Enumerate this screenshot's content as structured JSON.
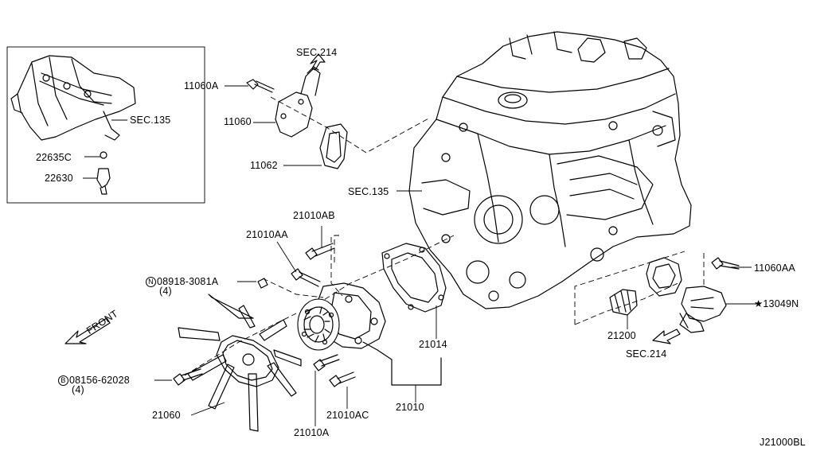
{
  "diagram": {
    "code": "J21000BL",
    "inset_box": {
      "labels": {
        "sec135": "SEC.135",
        "p22635c": "22635C",
        "p22630": "22630"
      }
    },
    "sections": {
      "sec214_top": "SEC.214",
      "sec135_main": "SEC.135",
      "sec214_bottom": "SEC.214"
    },
    "parts": {
      "p11060a": "11060A",
      "p11060": "11060",
      "p11062": "11062",
      "p21010ab": "21010AB",
      "p21010aa": "21010AA",
      "n08918_symbol": "N",
      "n08918": "08918-3081A",
      "n08918_qty": "(4)",
      "b08156_symbol": "B",
      "b08156": "08156-62028",
      "b08156_qty": "(4)",
      "p21060": "21060",
      "p21010a": "21010A",
      "p21010ac": "21010AC",
      "p21010": "21010",
      "p21014": "21014",
      "p21200": "21200",
      "p11060aa": "11060AA",
      "p13049n": "★13049N"
    },
    "direction_label": "FRONT"
  }
}
